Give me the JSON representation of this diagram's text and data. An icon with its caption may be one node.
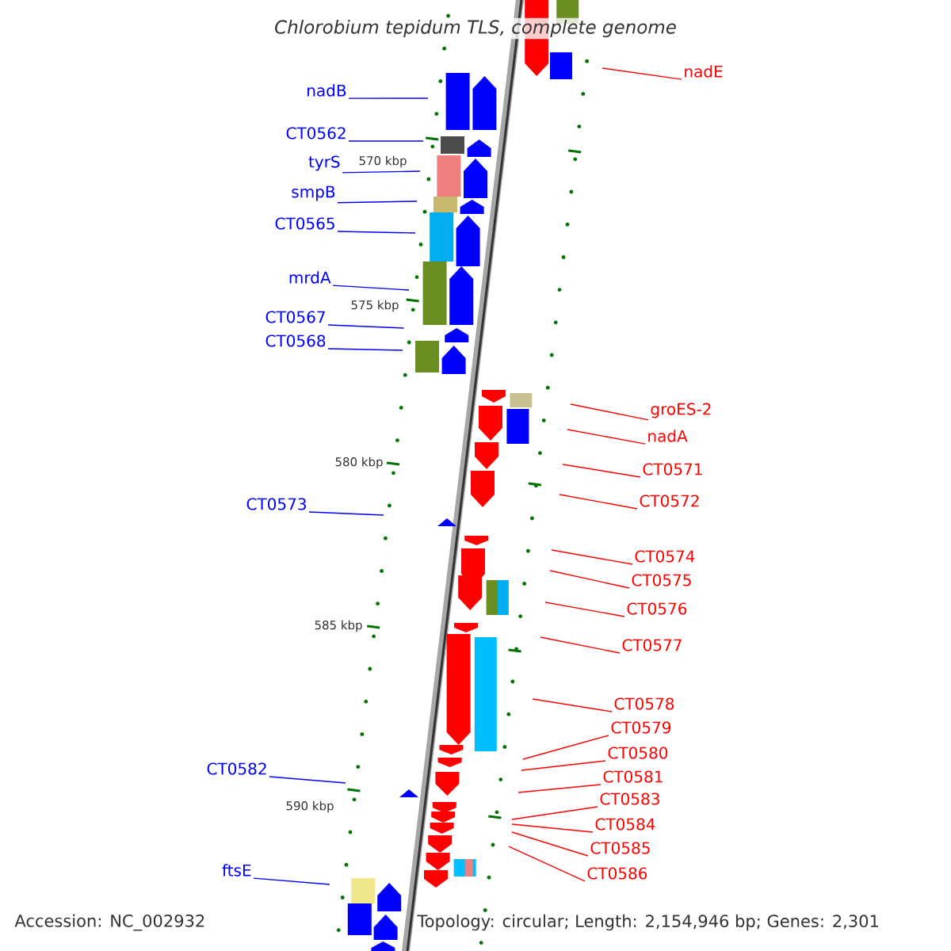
{
  "diagram": {
    "title": "Chlorobium tepidum TLS, complete genome",
    "nodes": [
      {
        "text": [
          "nadE"
        ]
      },
      {
        "text": [
          "nadB"
        ]
      },
      {
        "text": [
          "CT0562"
        ]
      },
      {
        "text": [
          "tyrS"
        ]
      },
      {
        "text": [
          "smpB"
        ]
      },
      {
        "text": [
          "CT0565"
        ]
      },
      {
        "text": [
          "mrdA"
        ]
      },
      {
        "text": [
          "CT0567"
        ]
      },
      {
        "text": [
          "CT0568"
        ]
      },
      {
        "text": [
          "groES-2"
        ]
      },
      {
        "text": [
          "nadA"
        ]
      },
      {
        "text": [
          "CT0571"
        ]
      },
      {
        "text": [
          "CT0572"
        ]
      },
      {
        "text": [
          "CT0573"
        ]
      },
      {
        "text": [
          "CT0574"
        ]
      },
      {
        "text": [
          "CT0575"
        ]
      },
      {
        "text": [
          "CT0576"
        ]
      },
      {
        "text": [
          "CT0577"
        ]
      },
      {
        "text": [
          "CT0578"
        ]
      },
      {
        "text": [
          "CT0579"
        ]
      },
      {
        "text": [
          "CT0580"
        ]
      },
      {
        "text": [
          "CT0581"
        ]
      },
      {
        "text": [
          "CT0582"
        ]
      },
      {
        "text": [
          "CT0583"
        ]
      },
      {
        "text": [
          "CT0584"
        ]
      },
      {
        "text": [
          "CT0585"
        ]
      },
      {
        "text": [
          "CT0586"
        ]
      },
      {
        "text": [
          "ftsE"
        ]
      }
    ],
    "edges": [
      {
        "from": 0,
        "to": null,
        "arrow": "none"
      },
      {
        "from": 1,
        "to": null,
        "arrow": "none",
        "color": "#0000ff"
      },
      {
        "from": 2,
        "to": null,
        "arrow": "none",
        "color": "#0000ff"
      },
      {
        "from": 3,
        "to": null,
        "arrow": "none",
        "color": "#0000ff"
      },
      {
        "from": 4,
        "to": null,
        "arrow": "none",
        "color": "#0000ff"
      },
      {
        "from": 5,
        "to": null,
        "arrow": "none",
        "color": "#0000ff"
      },
      {
        "from": 6,
        "to": null,
        "arrow": "none",
        "color": "#0000ff"
      },
      {
        "from": 7,
        "to": null,
        "arrow": "none",
        "color": "#0000ff"
      },
      {
        "from": 8,
        "to": null,
        "arrow": "none",
        "color": "#0000ff"
      },
      {
        "from": 9,
        "to": null,
        "arrow": "none"
      },
      {
        "from": 10,
        "to": null,
        "arrow": "none"
      },
      {
        "from": 11,
        "to": null,
        "arrow": "none"
      },
      {
        "from": 12,
        "to": null,
        "arrow": "none"
      },
      {
        "from": 13,
        "to": null,
        "arrow": "none",
        "color": "#0000ff"
      },
      {
        "from": 14,
        "to": null,
        "arrow": "none"
      },
      {
        "from": 15,
        "to": null,
        "arrow": "none"
      },
      {
        "from": 16,
        "to": null,
        "arrow": "none"
      },
      {
        "from": 17,
        "to": null,
        "arrow": "none"
      },
      {
        "from": 18,
        "to": null,
        "arrow": "none"
      },
      {
        "from": 19,
        "to": null,
        "arrow": "none"
      },
      {
        "from": 20,
        "to": null,
        "arrow": "none"
      },
      {
        "from": 21,
        "to": null,
        "arrow": "none"
      },
      {
        "from": 22,
        "to": null,
        "arrow": "none",
        "color": "#0000ff"
      },
      {
        "from": 23,
        "to": null,
        "arrow": "none"
      },
      {
        "from": 24,
        "to": null,
        "arrow": "none"
      },
      {
        "from": 25,
        "to": null,
        "arrow": "none"
      },
      {
        "from": 26,
        "to": null,
        "arrow": "none"
      },
      {
        "from": 27,
        "to": null,
        "arrow": "none",
        "color": "#0000ff"
      }
    ],
    "labels": [
      "570 kbp",
      "575 kbp",
      "580 kbp",
      "585 kbp",
      "590 kbp",
      "Accession: NC_002932",
      "Topology: circular; Length: 2,154,946 bp; Genes: 2,301"
    ]
  }
}
